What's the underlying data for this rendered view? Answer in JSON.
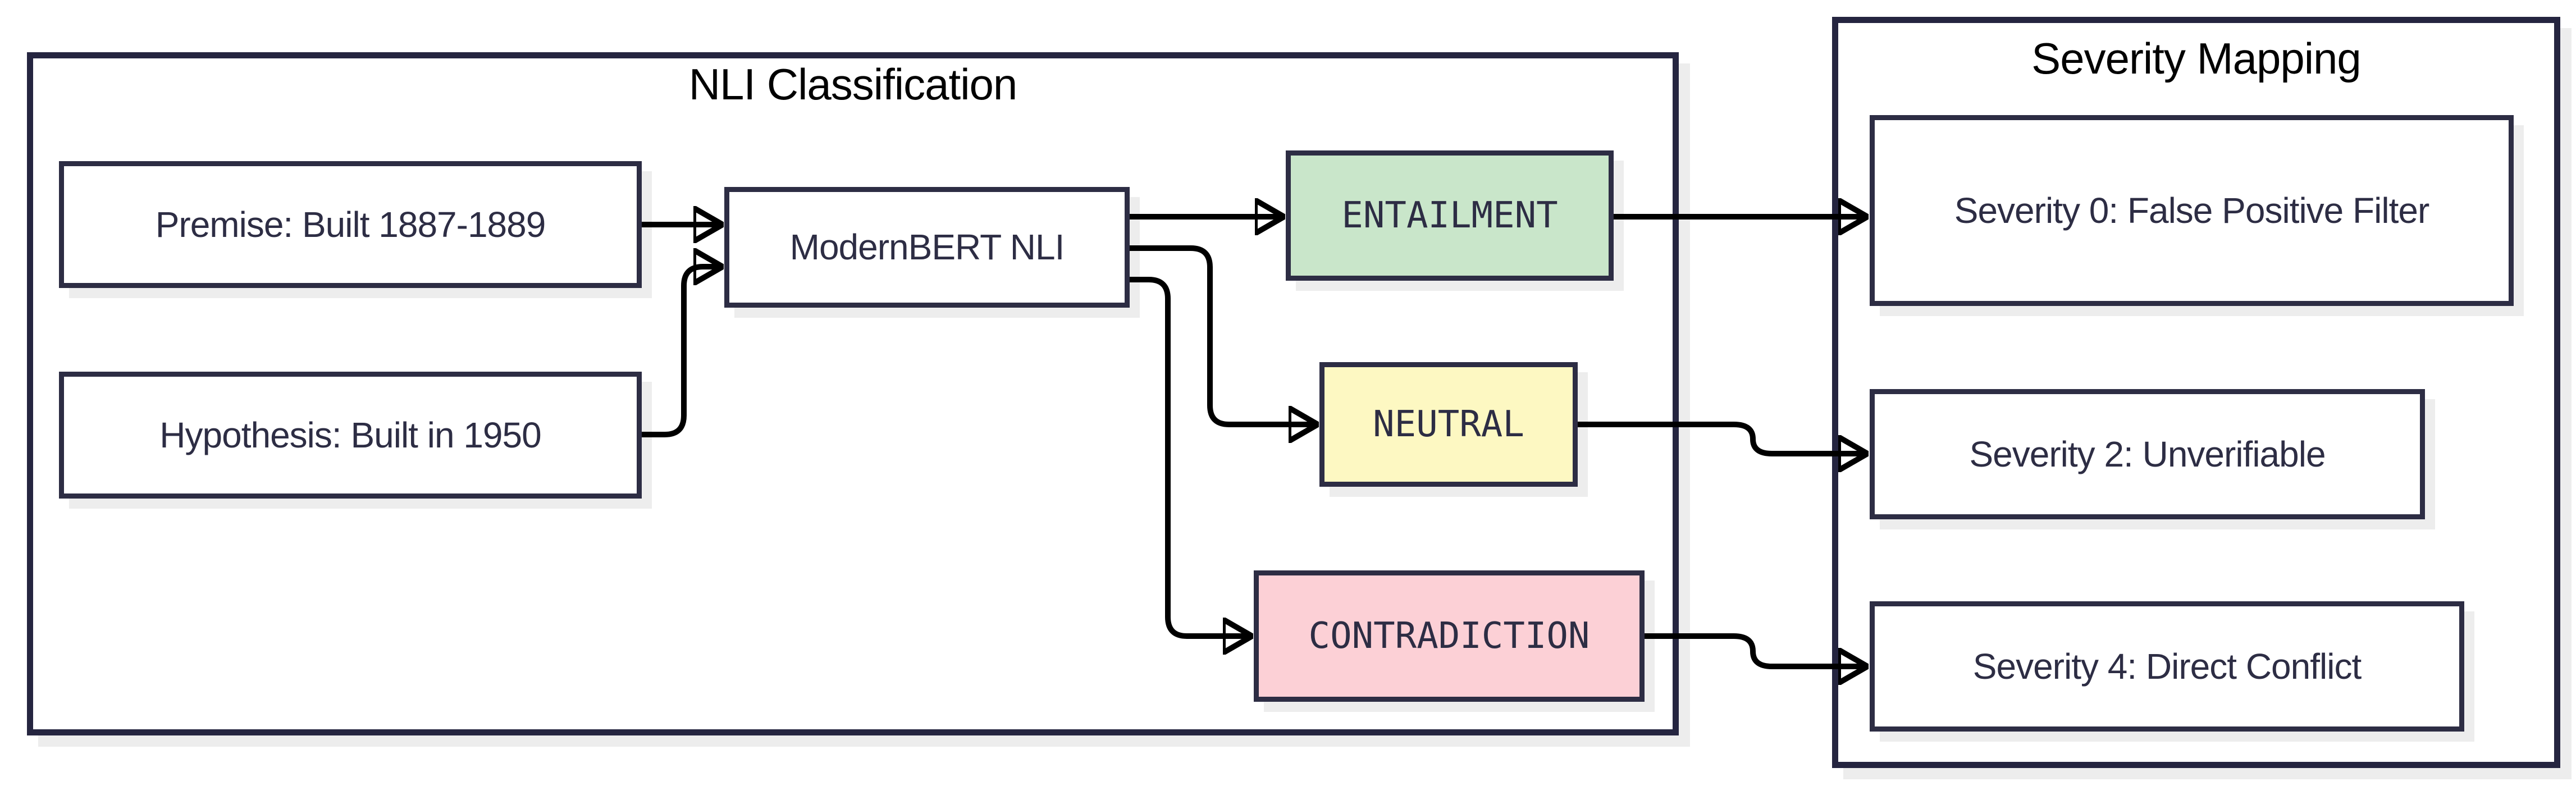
{
  "diagram": {
    "groups": {
      "nli": {
        "title": "NLI Classification"
      },
      "severity": {
        "title": "Severity Mapping"
      }
    },
    "nodes": {
      "premise": {
        "label": "Premise: Built 1887-1889"
      },
      "hypothesis": {
        "label": "Hypothesis: Built in 1950"
      },
      "model": {
        "label": "ModernBERT NLI"
      },
      "entailment": {
        "label": "ENTAILMENT",
        "fill": "#c9e6ca"
      },
      "neutral": {
        "label": "NEUTRAL",
        "fill": "#fdf8c2"
      },
      "contradiction": {
        "label": "CONTRADICTION",
        "fill": "#fcd0d6"
      },
      "severity0": {
        "label": "Severity 0: False Positive Filter"
      },
      "severity2": {
        "label": "Severity 2: Unverifiable"
      },
      "severity4": {
        "label": "Severity 4: Direct Conflict"
      }
    },
    "edges": [
      {
        "from": "premise",
        "to": "model"
      },
      {
        "from": "hypothesis",
        "to": "model"
      },
      {
        "from": "model",
        "to": "entailment"
      },
      {
        "from": "model",
        "to": "neutral"
      },
      {
        "from": "model",
        "to": "contradiction"
      },
      {
        "from": "entailment",
        "to": "severity0"
      },
      {
        "from": "neutral",
        "to": "severity2"
      },
      {
        "from": "contradiction",
        "to": "severity4"
      }
    ],
    "colors": {
      "background": "#ffffff",
      "container_border": "#252540",
      "node_border": "#2d2d44",
      "node_text": "#2d2d44",
      "title_text": "#000000",
      "arrow": "#000000",
      "shadow": "#ededed",
      "entailment_fill": "#c9e6ca",
      "neutral_fill": "#fdf8c2",
      "contradiction_fill": "#fcd0d6"
    }
  }
}
